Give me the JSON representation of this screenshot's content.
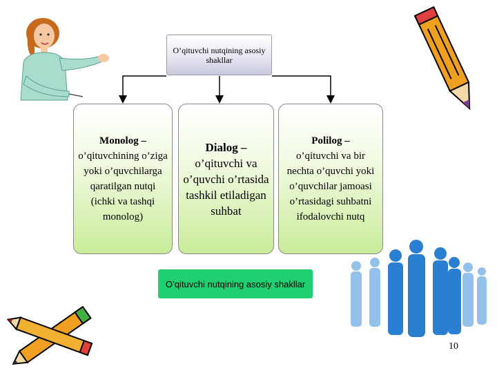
{
  "title": "O’qituvchi nutqining asosiy shakllar",
  "cards": [
    {
      "head": "Monolog –",
      "body": "o’qituvchining o’ziga yoki o’quvchilarga qaratilgan nutqi (ichki va tashqi monolog)"
    },
    {
      "head": "Dialog –",
      "body": "o’qituvchi va o’quvchi o’rtasida tashkil etiladigan suhbat"
    },
    {
      "head": "Polilog –",
      "body": "o’qituvchi va bir nechta o’quvchi yoki o’quvchilar jamoasi o’rtasidagi suhbatni ifodalovchi nutq"
    }
  ],
  "caption": "O’qituvchi nutqining asosiy shakllar",
  "page_number": "10",
  "colors": {
    "caption_bg": "#20d070",
    "card_gradient_end": "#c9ec9a",
    "people_blue": "#2a7fd0",
    "pencil_orange": "#f0a020"
  }
}
